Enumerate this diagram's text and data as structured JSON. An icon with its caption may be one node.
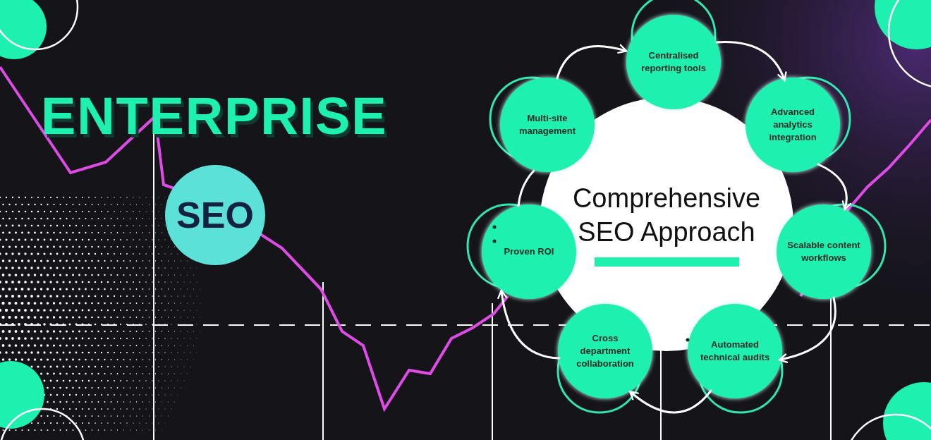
{
  "diagram": {
    "title": "ENTERPRISE",
    "nodes": [
      {
        "text": [
          "SEO"
        ]
      },
      {
        "text": [
          "Comprehensive SEO Approach"
        ]
      },
      {
        "text": [
          "Centralised reporting tools"
        ]
      },
      {
        "text": [
          "Multi-site management"
        ]
      },
      {
        "text": [
          "Advanced analytics integration"
        ]
      },
      {
        "text": [
          "Proven ROI"
        ]
      },
      {
        "text": [
          "Scalable content workflows"
        ]
      },
      {
        "text": [
          "Cross department collaboration"
        ]
      },
      {
        "text": [
          "Automated technical audits"
        ]
      }
    ],
    "edges": [
      {
        "from": 3,
        "to": 2,
        "arrow": "to"
      },
      {
        "from": 2,
        "to": 4,
        "arrow": "to"
      },
      {
        "from": 4,
        "to": 6,
        "arrow": "to"
      },
      {
        "from": 6,
        "to": 8,
        "arrow": "to"
      },
      {
        "from": 8,
        "to": 7,
        "arrow": "to"
      },
      {
        "from": 7,
        "to": 5,
        "arrow": "to"
      },
      {
        "from": 5,
        "to": 3,
        "arrow": "none"
      }
    ]
  }
}
